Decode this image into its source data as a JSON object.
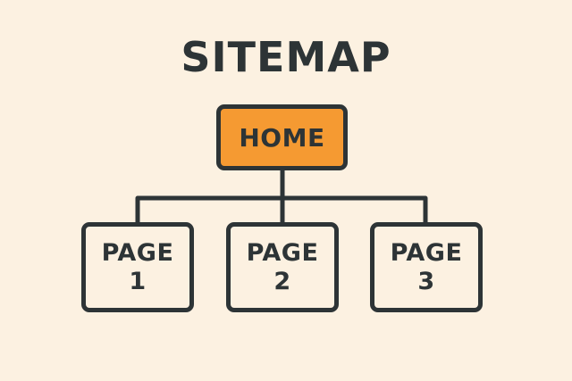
{
  "title": "SITEMAP",
  "colors": {
    "background": "#FCF1E1",
    "home_fill": "#F59A32",
    "stroke": "#2D3436"
  },
  "root": {
    "label": "HOME"
  },
  "children": [
    {
      "label": "PAGE\n1"
    },
    {
      "label": "PAGE\n2"
    },
    {
      "label": "PAGE\n3"
    }
  ]
}
